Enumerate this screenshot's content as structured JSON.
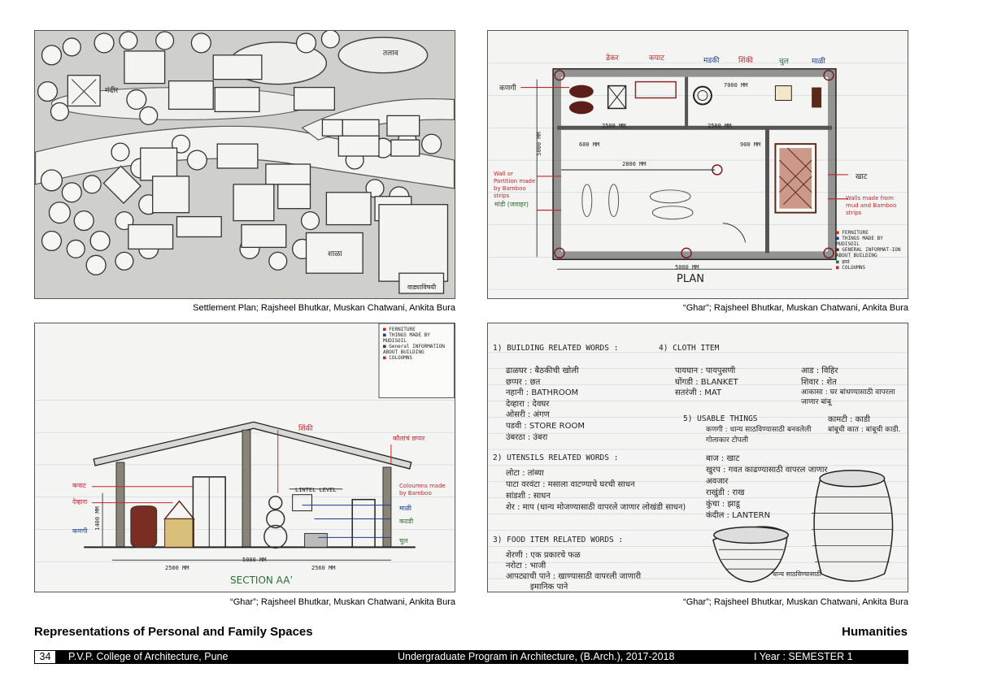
{
  "panels": {
    "settlement": {
      "caption": "Settlement Plan; Rajsheel Bhutkar, Muskan Chatwani, Ankita Bura",
      "labels": {
        "temple": "मंदीर",
        "pond": "तलाव",
        "school": "शाळा",
        "site": "वाड्याविषयी"
      }
    },
    "plan": {
      "caption": "“Ghar”; Rajsheel Bhutkar, Muskan Chatwani, Ankita Bura",
      "title": "PLAN",
      "labels": {
        "top1": "ढेकर",
        "top2": "कपाट",
        "top3": "मडकी",
        "top4": "शिंकी",
        "top5": "चुल",
        "top6": "माळी",
        "left1": "कणगी",
        "left2": "Wall or Partition made by Bamboo strips",
        "left3": "मांडी (जवाहर)",
        "right1": "खाट",
        "right2": "Walls made from mud and Bamboo strips",
        "dim1": "2500 MM",
        "dim2": "2500 MM",
        "dim3": "5000 MM",
        "dim4": "600 MM",
        "dim5": "900 MM",
        "dim6": "5000 MM",
        "dim7": "2800 MM",
        "dim8": "7000 MM"
      },
      "legend": [
        "FERNITURE",
        "THINGS MADE BY MUDISOIL",
        "GENERAL INFORMAT-ION ABOUT BUILDING",
        "झाडं",
        "COLOUMNS"
      ]
    },
    "section": {
      "caption": "“Ghar”; Rajsheel Bhutkar, Muskan Chatwani, Ankita Bura",
      "title": "SECTION AA’",
      "labels": {
        "top": "शिंकी",
        "roof": "कौलांचं छप्पर",
        "lintel": "LINTEL LEVEL",
        "left1": "कपाट",
        "left2": "देव्हारा",
        "left3": "कणगी",
        "right1": "Coloumns made by Bamboo",
        "right2": "माळी",
        "right3": "कठडी",
        "right4": "चुल",
        "dim1": "2500 MM",
        "dim2": "5000 MM",
        "dim3": "2560 MM",
        "dim4": "1400 MM"
      },
      "legend": [
        "FERNITURE",
        "THINGS MADE BY MUDISOIL",
        "General INFORMATION ABOUT BUILDING",
        "COLOUMNS"
      ]
    },
    "words": {
      "caption": "“Ghar”; Rajsheel Bhutkar, Muskan Chatwani, Ankita Bura",
      "h1": "1) BUILDING RELATED WORDS :",
      "h2": "2) UTENSILS RELATED WORDS :",
      "h3": "3) FOOD ITEM RELATED WORDS :",
      "h4": "4) CLOTH ITEM",
      "h5": "5) USABLE THINGS",
      "building": [
        "ढाळघर : बैठकीची खोली",
        "छप्पर : छत",
        "नहानी : BATHROOM",
        "देव्हारा : देवघर",
        "ओसरी : अंगण",
        "पडवी : STORE ROOM",
        "उंबरठा : उंबरा"
      ],
      "utensils": [
        "लोटा : तांब्या",
        "पाटा वरवंटा : मसाला वाटण्याचे घरची साधन",
        "सांडशी : साधन",
        "शेर : माप (धान्य मोजण्यासाठी वापरले जाणार लोखंडी साधन)"
      ],
      "food": [
        "शेरणी : एक प्रकारचे फळ",
        "नरोटा : भाजी",
        "आपट्याची पाने : खाण्यासाठी वापरली जाणारी",
        "इमानिक पाने"
      ],
      "cloth": [
        "पायघान : पायपुसणी",
        "घोंगडी : BLANKET",
        "सतरंजी : MAT"
      ],
      "cloth2": [
        "आड : विहिर",
        "शिवार : शेत",
        "आकासा : घर बांधण्यासाठी वापरला जाणार बांबू"
      ],
      "usable": [
        "कामटी : काडी",
        "कणगी : धान्य साठविण्यासाठी बनवलेली गोलाकार टोपली",
        "बांबूची कात : बांबूची काडी."
      ],
      "usable2": [
        "बाज : खाट",
        "खुरप : गवत काढण्यासाठी वापरल जाणार अवजार",
        "राखुंडी : राख",
        "कुंचा : झाडू",
        "कंदील : LANTERN"
      ],
      "basket_label": "धान्य साठविण्यासाठी"
    }
  },
  "headings": {
    "left": "Representations of Personal and Family Spaces",
    "right": "Humanities"
  },
  "footer": {
    "page": "34",
    "college": "P.V.P. College of Architecture, Pune",
    "program": "Undergraduate Program in Architecture, (B.Arch.), 2017-2018",
    "year": "I Year : SEMESTER 1"
  },
  "colors": {
    "ink": "#222222",
    "red": "#c0282d",
    "brown": "#6b2a1f",
    "grass": "#2f6b3a",
    "hatch": "#a0442a"
  }
}
